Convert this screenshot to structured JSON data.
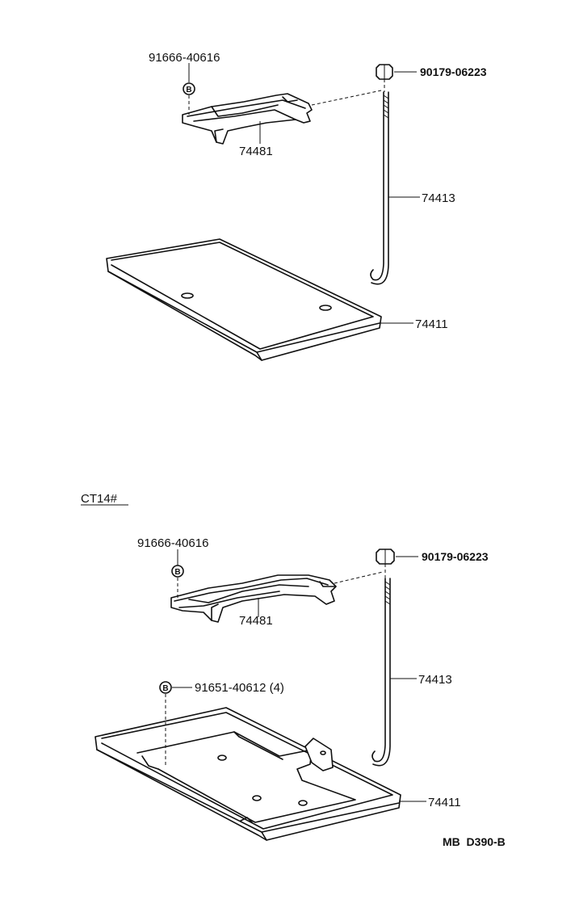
{
  "sections": [
    {
      "id": "upper",
      "title": "",
      "callouts": [
        {
          "part": "91666-40616"
        },
        {
          "part": "90179-06223"
        },
        {
          "part": "74481"
        },
        {
          "part": "74413"
        },
        {
          "part": "74411"
        }
      ]
    },
    {
      "id": "lower",
      "title": "CT14#",
      "callouts": [
        {
          "part": "91666-40616"
        },
        {
          "part": "90179-06223"
        },
        {
          "part": "74481"
        },
        {
          "part": "91651-40612 (4)"
        },
        {
          "part": "74413"
        },
        {
          "part": "74411"
        }
      ]
    }
  ],
  "clip_marker": "B",
  "figure_code": "MB  D390-B"
}
